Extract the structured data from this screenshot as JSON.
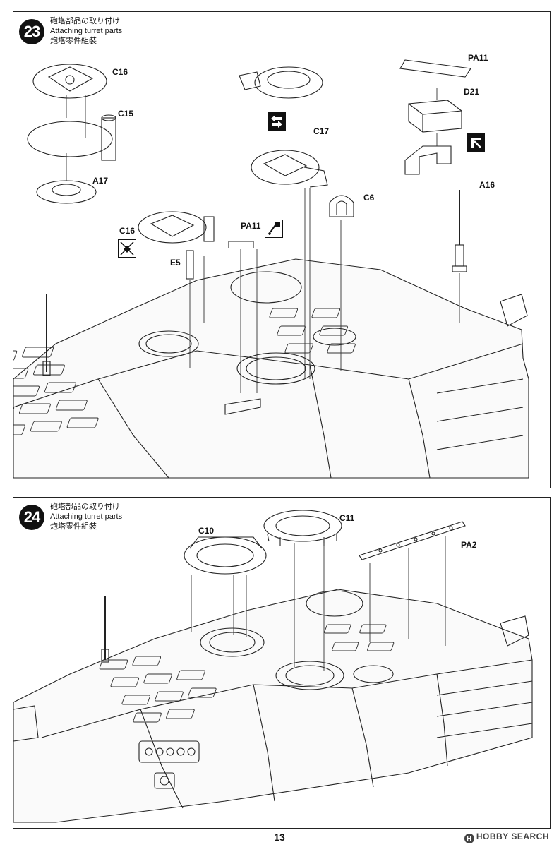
{
  "page": {
    "number": "13"
  },
  "watermark": {
    "logo": "H",
    "text": "HOBBY SEARCH"
  },
  "steps": [
    {
      "number": "23",
      "title_ja": "砲塔部品の取り付け",
      "title_en": "Attaching turret parts",
      "title_zh": "炮塔零件組裝",
      "parts": [
        "C16",
        "C15",
        "A17",
        "C16",
        "E5",
        "PA11",
        "C17",
        "C6",
        "PA11",
        "D21",
        "A16"
      ],
      "icons": [
        "reverse-icon",
        "do-not-glue-icon",
        "glue-icon",
        "optional-part-icon"
      ]
    },
    {
      "number": "24",
      "title_ja": "砲塔部品の取り付け",
      "title_en": "Attaching turret parts",
      "title_zh": "炮塔零件組裝",
      "parts": [
        "C10",
        "C11",
        "PA2"
      ]
    }
  ]
}
